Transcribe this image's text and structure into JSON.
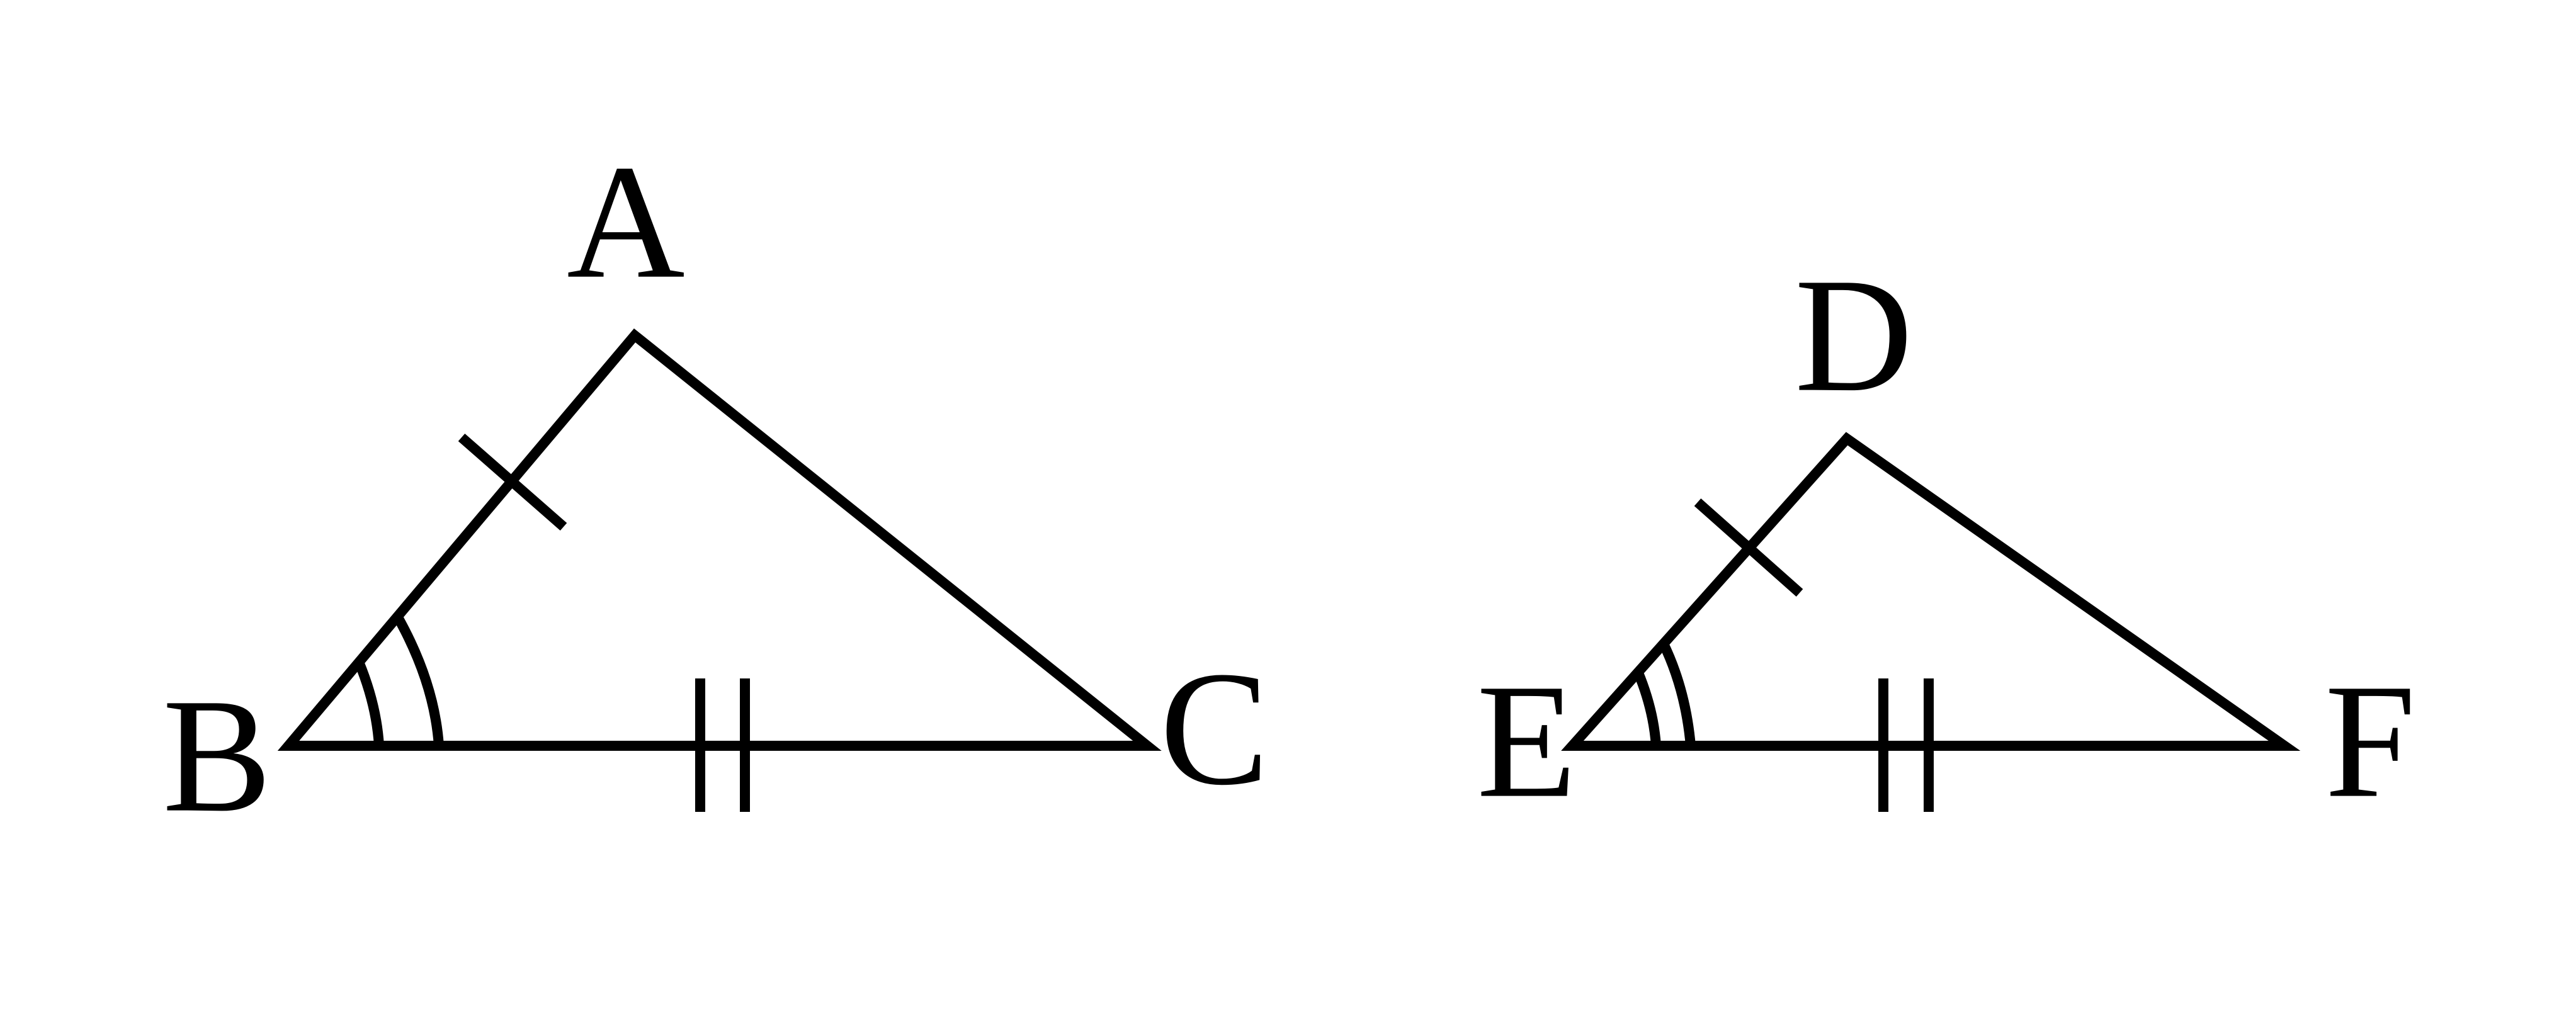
{
  "diagram": {
    "triangle_abc": {
      "vertices": {
        "top": "A",
        "left": "B",
        "right": "C"
      }
    },
    "triangle_def": {
      "vertices": {
        "top": "D",
        "left": "E",
        "right": "F"
      }
    },
    "colors": {
      "line": "#000000",
      "background": "#ffffff"
    }
  }
}
